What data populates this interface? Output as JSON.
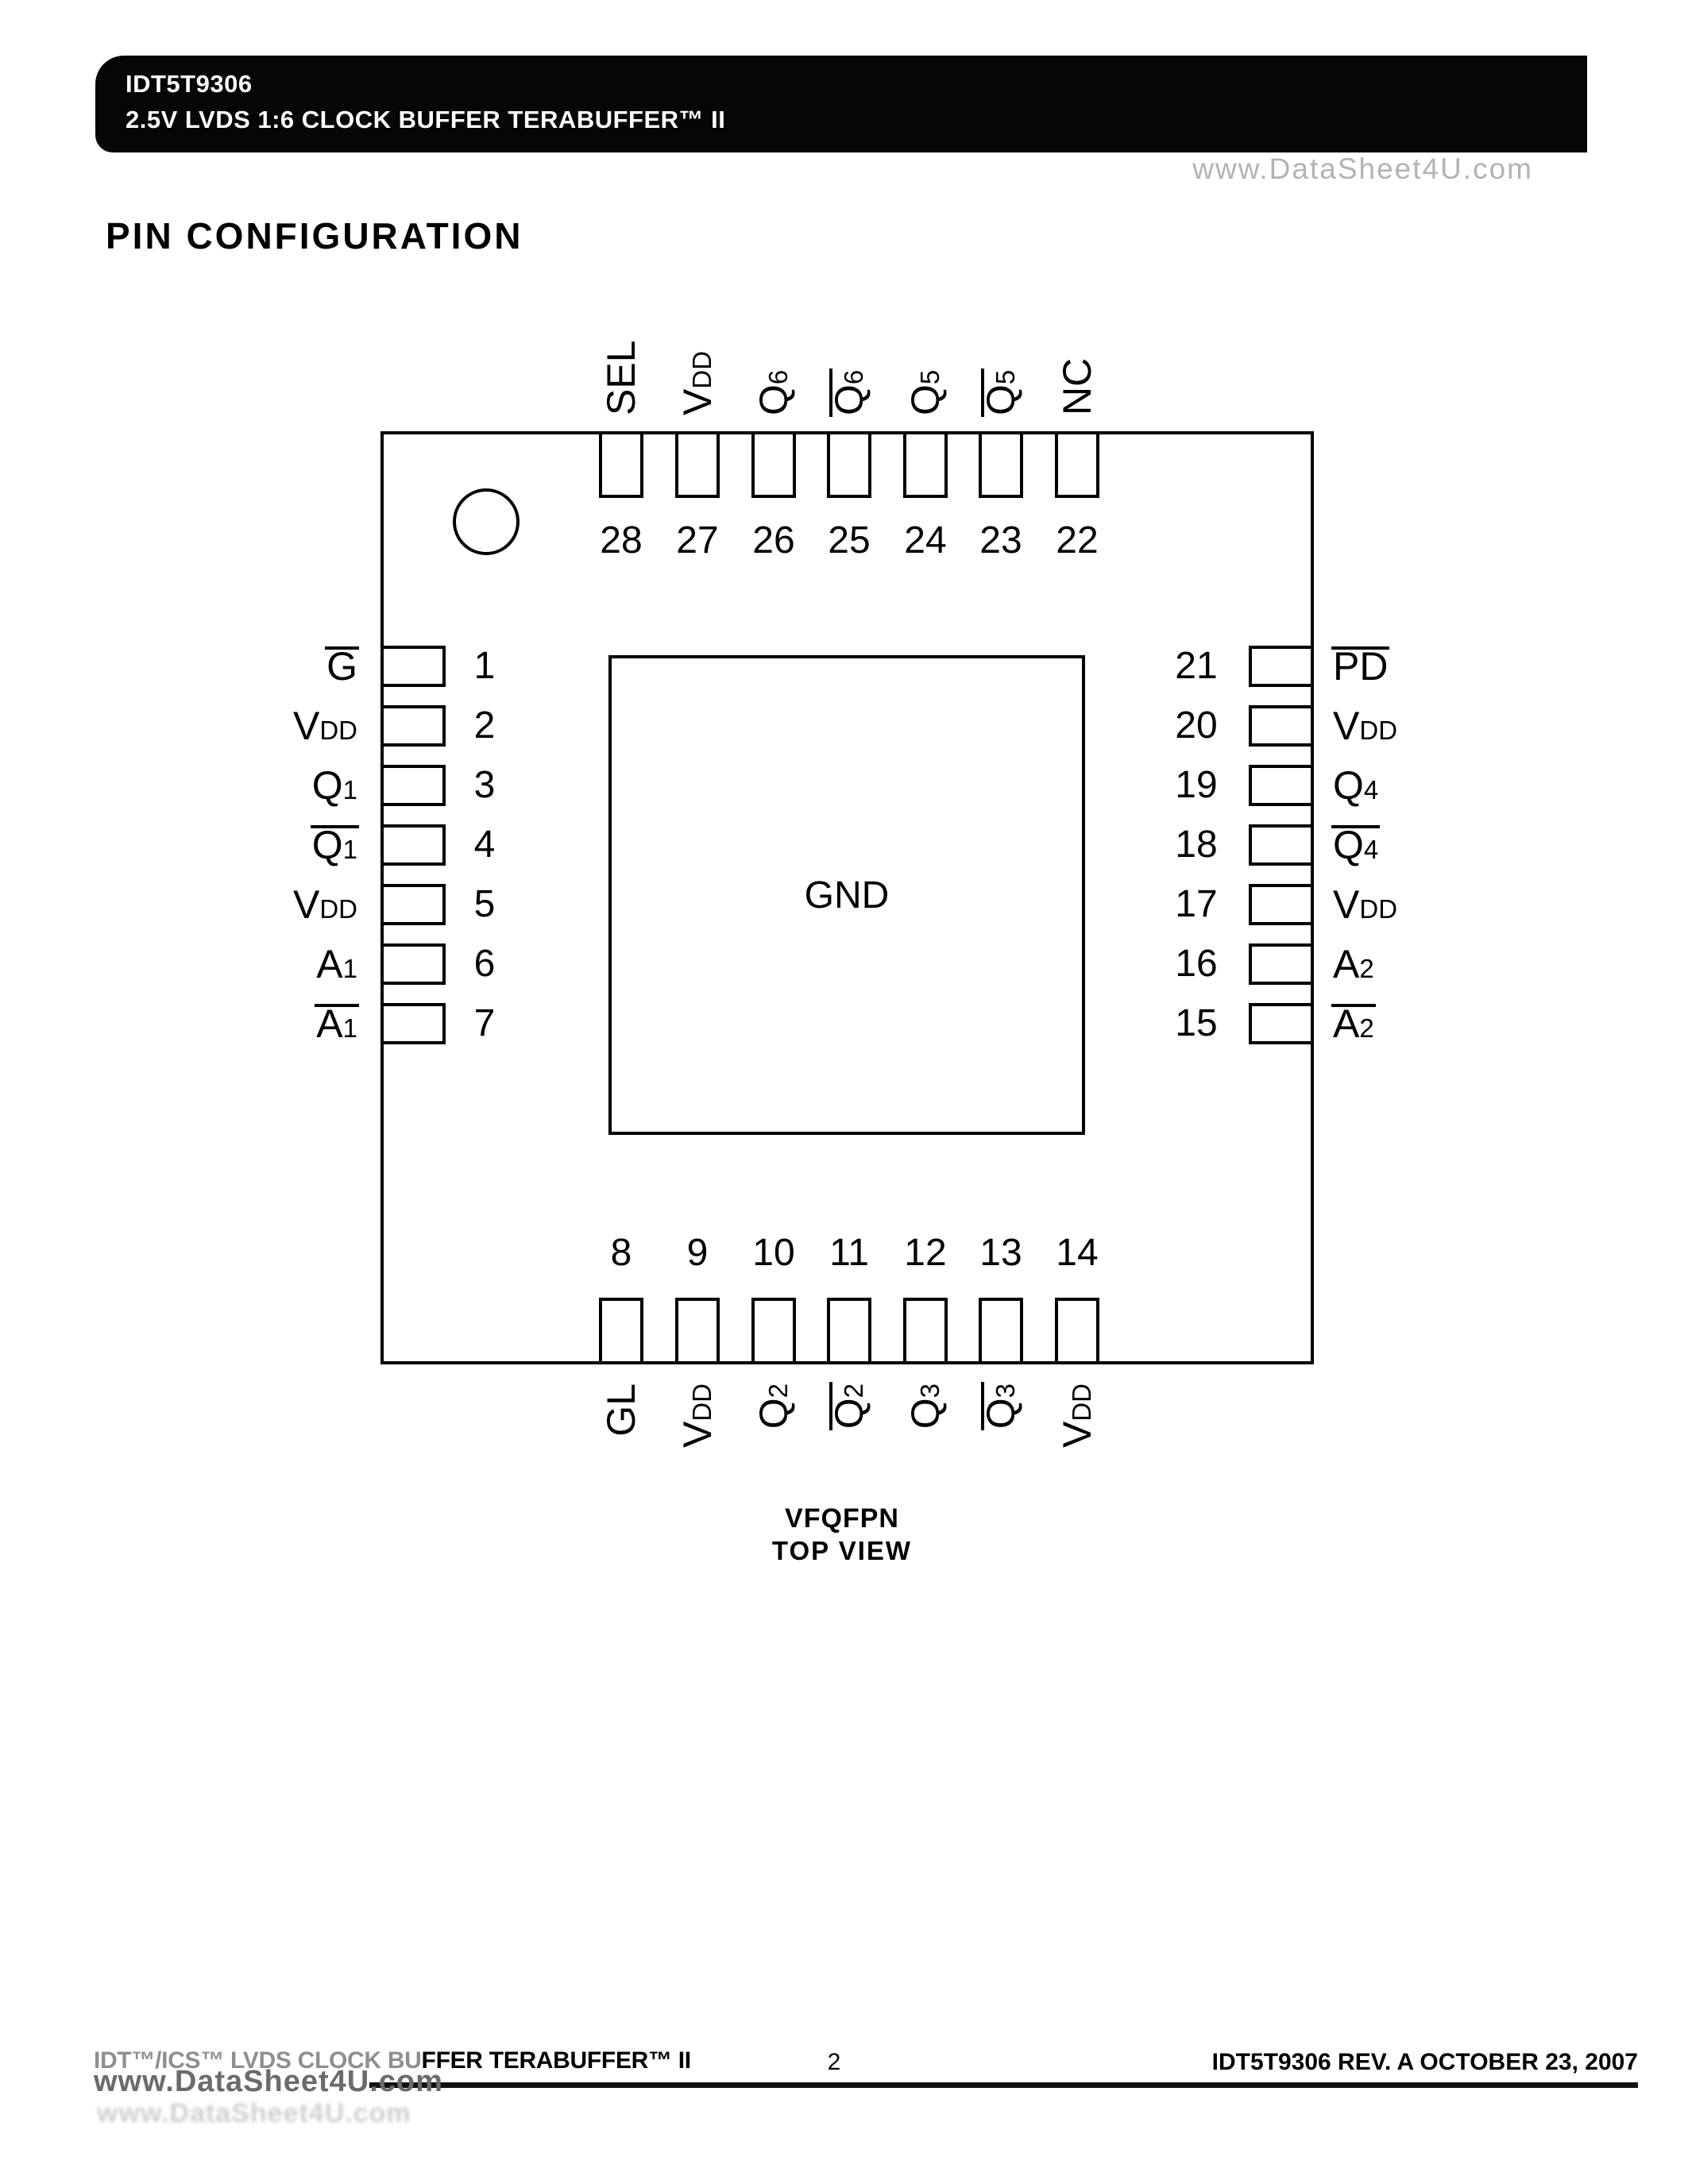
{
  "header": {
    "part_number": "IDT5T9306",
    "subtitle": "2.5V LVDS 1:6 CLOCK BUFFER TERABUFFER™ II"
  },
  "watermark_top": "www.DataSheet4U.com",
  "page_title": "PIN CONFIGURATION",
  "diagram": {
    "center_label": "GND",
    "package_name": "VFQFPN",
    "package_view": "TOP VIEW",
    "top_pins": [
      {
        "num": "28",
        "base": "SEL",
        "sub": "",
        "bar": false
      },
      {
        "num": "27",
        "base": "V",
        "sub": "DD",
        "bar": false
      },
      {
        "num": "26",
        "base": "Q",
        "sub": "6",
        "bar": false
      },
      {
        "num": "25",
        "base": "Q",
        "sub": "6",
        "bar": true
      },
      {
        "num": "24",
        "base": "Q",
        "sub": "5",
        "bar": false
      },
      {
        "num": "23",
        "base": "Q",
        "sub": "5",
        "bar": true
      },
      {
        "num": "22",
        "base": "NC",
        "sub": "",
        "bar": false
      }
    ],
    "left_pins": [
      {
        "num": "1",
        "base": "G",
        "sub": "",
        "bar": true
      },
      {
        "num": "2",
        "base": "V",
        "sub": "DD",
        "bar": false
      },
      {
        "num": "3",
        "base": "Q",
        "sub": "1",
        "bar": false
      },
      {
        "num": "4",
        "base": "Q",
        "sub": "1",
        "bar": true
      },
      {
        "num": "5",
        "base": "V",
        "sub": "DD",
        "bar": false
      },
      {
        "num": "6",
        "base": "A",
        "sub": "1",
        "bar": false
      },
      {
        "num": "7",
        "base": "A",
        "sub": "1",
        "bar": true
      }
    ],
    "right_pins": [
      {
        "num": "21",
        "base": "PD",
        "sub": "",
        "bar": true
      },
      {
        "num": "20",
        "base": "V",
        "sub": "DD",
        "bar": false
      },
      {
        "num": "19",
        "base": "Q",
        "sub": "4",
        "bar": false
      },
      {
        "num": "18",
        "base": "Q",
        "sub": "4",
        "bar": true
      },
      {
        "num": "17",
        "base": "V",
        "sub": "DD",
        "bar": false
      },
      {
        "num": "16",
        "base": "A",
        "sub": "2",
        "bar": false
      },
      {
        "num": "15",
        "base": "A",
        "sub": "2",
        "bar": true
      }
    ],
    "bottom_pins": [
      {
        "num": "8",
        "base": "GL",
        "sub": "",
        "bar": false
      },
      {
        "num": "9",
        "base": "V",
        "sub": "DD",
        "bar": false
      },
      {
        "num": "10",
        "base": "Q",
        "sub": "2",
        "bar": false
      },
      {
        "num": "11",
        "base": "Q",
        "sub": "2",
        "bar": true
      },
      {
        "num": "12",
        "base": "Q",
        "sub": "3",
        "bar": false
      },
      {
        "num": "13",
        "base": "Q",
        "sub": "3",
        "bar": true
      },
      {
        "num": "14",
        "base": "V",
        "sub": "DD",
        "bar": false
      }
    ]
  },
  "footer": {
    "left_gray": "IDT™/ICS™ LVDS CLOCK BU",
    "left_black": "FFER TERABUFFER™ II",
    "watermark": "www.DataSheet4U.com",
    "page_number": "2",
    "right_text": "IDT5T9306  REV. A  OCTOBER 23, 2007"
  }
}
